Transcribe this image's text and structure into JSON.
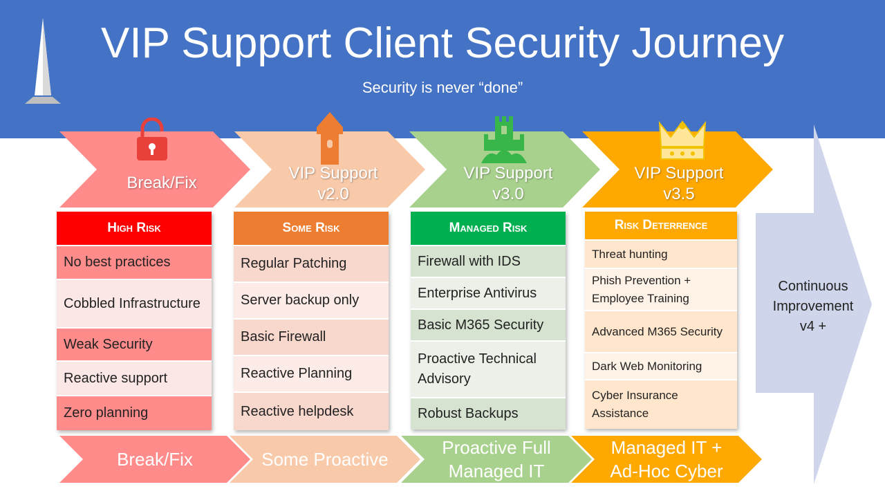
{
  "header": {
    "title": "VIP Support Client Security Journey",
    "subtitle": "Security is never “done”",
    "color": "#4472C4"
  },
  "stages": [
    {
      "label": "Break/Fix",
      "color": "#FF8B8B",
      "icon": "open-padlock-icon"
    },
    {
      "label": "VIP Support\nv2.0",
      "color": "#F9CAAA",
      "icon": "watchtower-icon"
    },
    {
      "label": "VIP Support\nv3.0",
      "color": "#A9D18E",
      "icon": "castle-icon"
    },
    {
      "label": "VIP Support\nv3.5",
      "color": "#FFA800",
      "icon": "crown-icon"
    }
  ],
  "columns": [
    {
      "heading": "High Risk",
      "head_color": "#FF0000",
      "row_colors": [
        "#FF8B8B",
        "#FCE7E7"
      ],
      "items": [
        "No best practices",
        "Cobbled Infrastructure",
        "Weak Security",
        "Reactive support",
        "Zero planning"
      ]
    },
    {
      "heading": "Some Risk",
      "head_color": "#ED7D31",
      "row_colors": [
        "#F8D7CC",
        "#FCEBE6"
      ],
      "items": [
        "Regular Patching",
        "Server backup only",
        "Basic Firewall",
        "Reactive Planning",
        "Reactive helpdesk"
      ]
    },
    {
      "heading": "Managed Risk",
      "head_color": "#00B050",
      "row_colors": [
        "#D6E3D0",
        "#EBF1E8"
      ],
      "items": [
        "Firewall with IDS",
        "Enterprise Antivirus",
        "Basic M365 Security",
        "Proactive Technical Advisory",
        "Robust Backups"
      ]
    },
    {
      "heading": "Risk Deterrence",
      "head_color": "#FFA800",
      "row_colors": [
        "#FFE6CC",
        "#FFF2E6"
      ],
      "items": [
        "Threat hunting",
        "Phish Prevention + Employee Training",
        "Advanced M365 Security",
        "Dark Web Monitoring",
        "Cyber Insurance Assistance"
      ]
    }
  ],
  "outcomes": [
    {
      "label": "Break/Fix",
      "color": "#FF8B8B"
    },
    {
      "label": "Some Proactive",
      "color": "#F9CAAA"
    },
    {
      "label": "Proactive Full\nManaged IT",
      "color": "#A9D18E"
    },
    {
      "label": "Managed IT +\nAd-Hoc Cyber",
      "color": "#FFA800"
    }
  ],
  "continuous": {
    "label": "Continuous\nImprovement\nv4 +",
    "color": "#CFD5EA"
  }
}
